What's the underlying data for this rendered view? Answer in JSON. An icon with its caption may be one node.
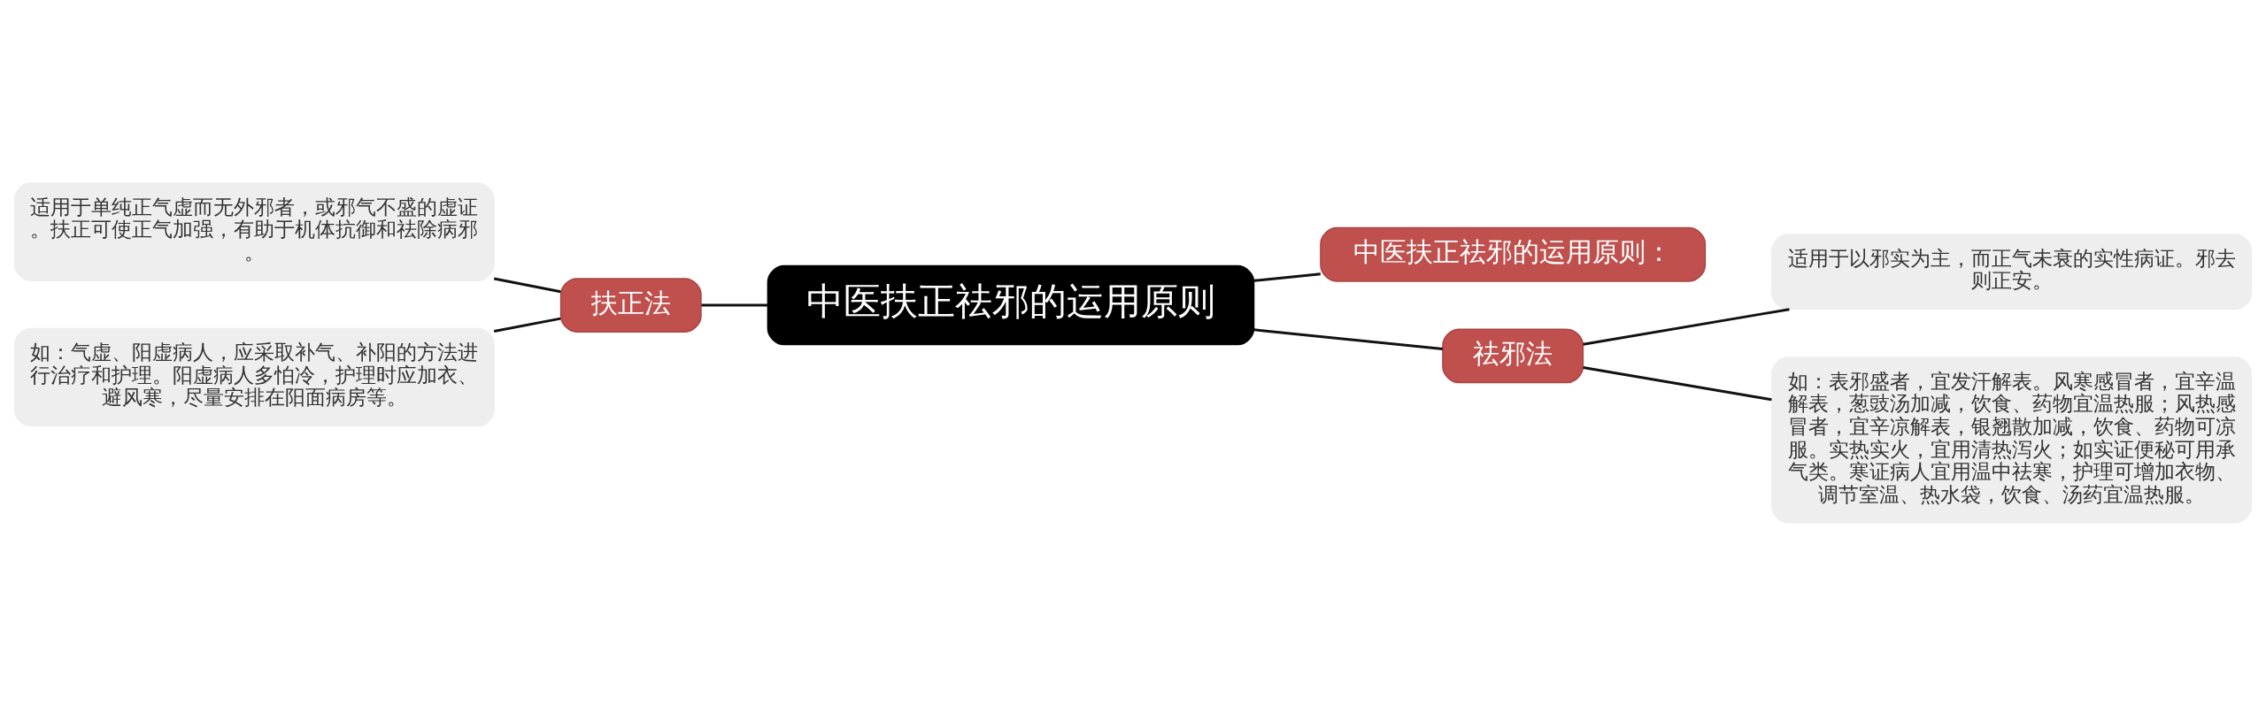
{
  "diagram": {
    "nodes": [
      {
        "text": [
          "中医扶正祛邪的运用原则"
        ]
      },
      {
        "text": [
          "扶正法"
        ]
      },
      {
        "text": [
          "适用于单纯正气虚而无外邪者，或邪气不盛的虚证。扶正可使正气加强，有助于机体抗御和祛除病邪。"
        ]
      },
      {
        "text": [
          "如：气虚、阳虚病人，应采取补气、补阳的方法进行治疗和护理。阳虚病人多怕冷，护理时应加衣、避风寒，尽量安排在阳面病房等。"
        ]
      },
      {
        "text": [
          "中医扶正祛邪的运用原则："
        ]
      },
      {
        "text": [
          "祛邪法"
        ]
      },
      {
        "text": [
          "适用于以邪实为主，而正气未衰的实性病证。邪去则正安。"
        ]
      },
      {
        "text": [
          "如：表邪盛者，宜发汗解表。风寒感冒者，宜辛温解表，葱豉汤加减，饮食、药物宜温热服；风热感冒者，宜辛凉解表，银翘散加减，饮食、药物可凉服。实热实火，宜用清热泻火；如实证便秘可用承气类。寒证病人宜用温中祛寒，护理可增加衣物、调节室温、热水袋，饮食、汤药宜温热服。"
        ]
      }
    ],
    "edges": [
      {
        "from": 0,
        "to": 1,
        "arrow": "none"
      },
      {
        "from": 1,
        "to": 2,
        "arrow": "none"
      },
      {
        "from": 1,
        "to": 3,
        "arrow": "none"
      },
      {
        "from": 0,
        "to": 4,
        "arrow": "none"
      },
      {
        "from": 0,
        "to": 5,
        "arrow": "none"
      },
      {
        "from": 5,
        "to": 6,
        "arrow": "none"
      },
      {
        "from": 5,
        "to": 7,
        "arrow": "none"
      }
    ]
  }
}
